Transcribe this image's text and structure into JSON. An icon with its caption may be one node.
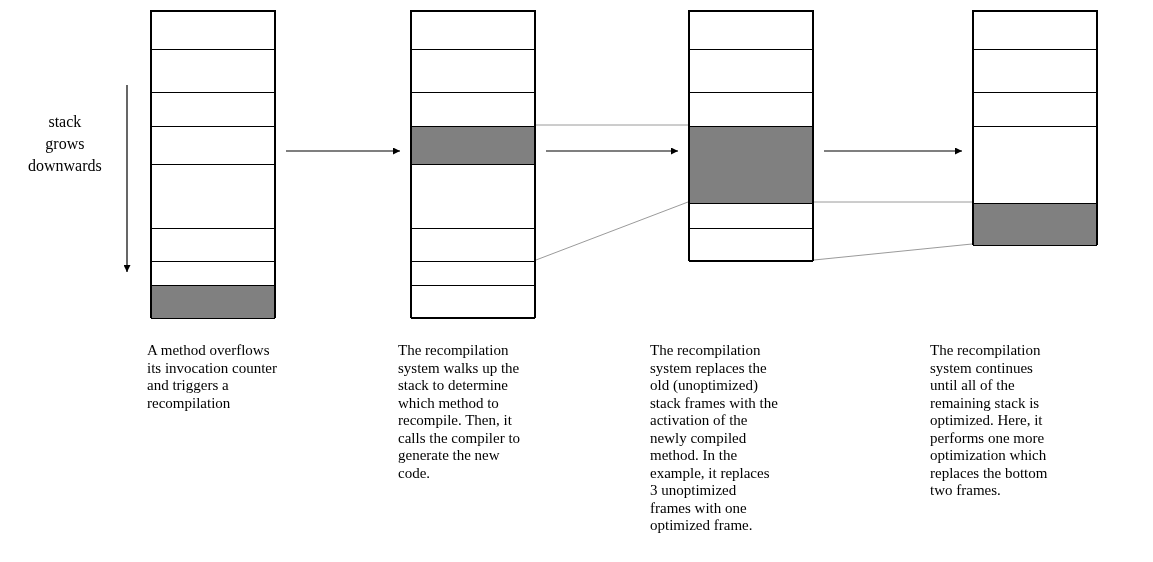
{
  "diagram": {
    "nodes": [
      {
        "text": [],
        "shape": "box"
      },
      {
        "text": [],
        "shape": "box",
        "in": 0
      },
      {
        "text": [],
        "shape": "box",
        "in": 0
      },
      {
        "text": [],
        "shape": "box",
        "in": 0
      },
      {
        "text": [],
        "shape": "box",
        "in": 0
      },
      {
        "text": [],
        "shape": "box",
        "in": 0
      },
      {
        "text": [],
        "shape": "box",
        "in": 0
      },
      {
        "text": [],
        "shape": "box",
        "in": 0
      },
      {
        "text": [],
        "shape": "box",
        "in": 0
      },
      {
        "text": [],
        "shape": "box"
      },
      {
        "text": [],
        "shape": "box",
        "in": 9
      },
      {
        "text": [],
        "shape": "box",
        "in": 9
      },
      {
        "text": [],
        "shape": "box",
        "in": 9
      },
      {
        "text": [],
        "shape": "box",
        "in": 9
      },
      {
        "text": [],
        "shape": "box",
        "in": 9
      },
      {
        "text": [],
        "shape": "box",
        "in": 9
      },
      {
        "text": [],
        "shape": "box",
        "in": 9
      },
      {
        "text": [],
        "shape": "box",
        "in": 9
      },
      {
        "text": [],
        "shape": "box"
      },
      {
        "text": [],
        "shape": "box",
        "in": 18
      },
      {
        "text": [],
        "shape": "box",
        "in": 18
      },
      {
        "text": [],
        "shape": "box",
        "in": 18
      },
      {
        "text": [],
        "shape": "box",
        "in": 18
      },
      {
        "text": [],
        "shape": "box",
        "in": 18
      },
      {
        "text": [],
        "shape": "box",
        "in": 18
      },
      {
        "text": [],
        "shape": "box"
      },
      {
        "text": [],
        "shape": "box",
        "in": 25
      },
      {
        "text": [],
        "shape": "box",
        "in": 25
      },
      {
        "text": [],
        "shape": "box",
        "in": 25
      },
      {
        "text": [],
        "shape": "box",
        "in": 25
      },
      {
        "text": [],
        "shape": "box",
        "in": 25
      }
    ],
    "edges": [
      {
        "from": 0,
        "to": 9,
        "arrow": "to",
        "color": "#000000"
      },
      {
        "from": 9,
        "to": 18,
        "arrow": "to",
        "color": "#000000"
      },
      {
        "from": 18,
        "to": 25,
        "arrow": "to",
        "color": "#000000"
      },
      {
        "from": 9,
        "to": 18,
        "arrow": "none"
      },
      {
        "from": 9,
        "to": 18,
        "arrow": "none"
      },
      {
        "from": 18,
        "to": 25,
        "arrow": "none"
      },
      {
        "from": 18,
        "to": 25,
        "arrow": "none"
      }
    ],
    "labels": [
      "stack grows downwards",
      "A method overflows its invocation counter and triggers a recompilation",
      "The recompilation system walks up the stack to determine which method to recompile. Then, it calls the compiler to generate the new code.",
      "The recompilation system replaces the old (unoptimized) stack frames with the activation of the newly compiled method. In the example, it replaces 3 unoptimized frames with one optimized frame.",
      "The recompilation system continues until all of the remaining stack is optimized. Here, it performs one more optimization which replaces the bottom two frames."
    ]
  }
}
